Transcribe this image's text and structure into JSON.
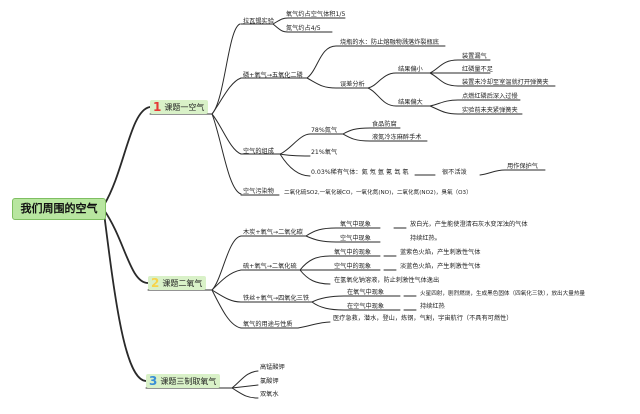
{
  "root": "我们周围的空气",
  "topics": [
    {
      "num": "1",
      "label": "课题一空气"
    },
    {
      "num": "2",
      "label": "课题二氧气"
    },
    {
      "num": "3",
      "label": "课题三制取氧气"
    }
  ],
  "t1": {
    "lavoisier": "拉瓦锡实验",
    "o2_vol": "氧气约占空气体积1/5",
    "n2_vol": "氮气约占4/5",
    "red_p": "磷+氧气→五氧化二磷",
    "water_role": "烧瓶的水：防止熔融物溅落炸裂瓶底",
    "error_analysis": "误差分析",
    "result_low": "结果偏小",
    "leak": "装置漏气",
    "p_insufficient": "红磷量不足",
    "open_early": "装置未冷却至室温就打开弹簧夹",
    "result_high": "结果偏大",
    "insert_slow": "点燃红磷后深入过慢",
    "clamp": "实验前未夹紧弹簧夹",
    "composition": "空气的组成",
    "n2_78": "78%氮气",
    "food": "食品防腐",
    "liquid_n2": "液氮冷冻麻醉手术",
    "o2_21": "21%氧气",
    "noble": "0.03%稀有气体：氦 氖 氩 氪 氙 氡",
    "inactive": "很不活泼",
    "protect": "用作保护气",
    "pollutants": "空气污染物",
    "pollutant_list": "二氧化硫SO2,一氧化碳CO，一氧化氮(NO)，二氧化氮(NO2)，臭氧（O3）"
  },
  "t2": {
    "carbon": "木炭+氧气→二氧化碳",
    "in_o2_phen": "氧气中现象",
    "c_o2_desc": "放白光，产生能使澄清石灰水变浑浊的气体",
    "in_air_phen": "空气中现象",
    "c_air_desc": "持续红热。",
    "sulfur": "硫+氧气→二氧化硫",
    "in_o2": "氧气中的现象",
    "s_o2_desc": "蓝紫色火焰，产生刺激性气体",
    "in_air": "空气中的现象",
    "s_air_desc": "淡蓝色火焰，产生刺激性气体",
    "naoh": "在氢氧化钠溶液，防止刺激性气体逸出",
    "iron": "铁丝+氧气→四氧化三铁",
    "fe_in_o2": "在氧气中现象",
    "fe_o2_desc": "火星四射，剧烈燃烧，生成黑色固体（四氧化三铁），放出大量热量",
    "fe_in_air": "在空气中现象",
    "fe_air_desc": "持续红热",
    "uses": "氧气的用途与性质",
    "uses_list1": "医疗急救，潜水，登山，炼钢，气割，宇宙航行（不具有可燃性）"
  },
  "t3": {
    "kmno4": "高锰酸钾",
    "kclo3": "氯酸钾",
    "h2o2": "双氧水"
  }
}
